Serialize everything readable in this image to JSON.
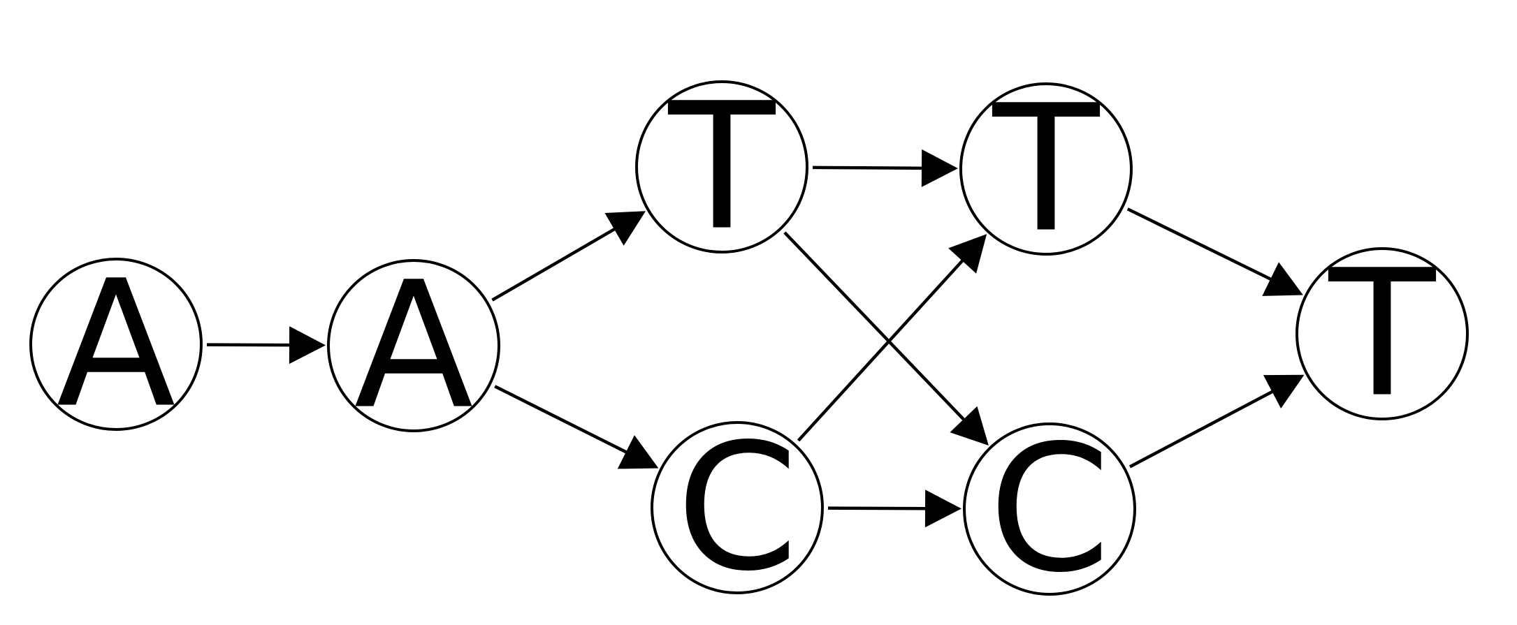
{
  "nodes": [
    {
      "id": "n1",
      "label": "A"
    },
    {
      "id": "n2",
      "label": "A"
    },
    {
      "id": "n3",
      "label": "T"
    },
    {
      "id": "n4",
      "label": "C"
    },
    {
      "id": "n5",
      "label": "T"
    },
    {
      "id": "n6",
      "label": "C"
    },
    {
      "id": "n7",
      "label": "T"
    }
  ],
  "edges": [
    {
      "from": "n1",
      "to": "n2"
    },
    {
      "from": "n2",
      "to": "n3"
    },
    {
      "from": "n2",
      "to": "n4"
    },
    {
      "from": "n3",
      "to": "n5"
    },
    {
      "from": "n3",
      "to": "n6"
    },
    {
      "from": "n4",
      "to": "n5"
    },
    {
      "from": "n4",
      "to": "n6"
    },
    {
      "from": "n5",
      "to": "n7"
    },
    {
      "from": "n6",
      "to": "n7"
    }
  ],
  "colors": {
    "stroke": "#000000",
    "fill": "#ffffff",
    "text": "#000000"
  }
}
